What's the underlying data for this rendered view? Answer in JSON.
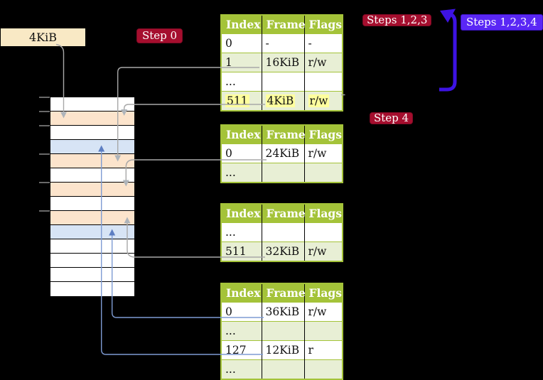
{
  "colors": {
    "header_green": "#a4c339",
    "row_green": "#e8efd5",
    "frame_orange": "#fce4cc",
    "frame_blue": "#d7e4f5",
    "label_wheat": "#f9e9c5",
    "badge_red": "#a50e2e",
    "badge_blue": "#5a27f5",
    "hl_yellow": "#ffff9e",
    "gray_line": "#a8a8a8",
    "blue_line": "#7e9bd3",
    "thick_blue": "#3d13e3"
  },
  "label_box": {
    "text": "4KiB"
  },
  "badges": {
    "step0": "Step 0",
    "steps123": "Steps 1,2,3",
    "steps1234": "Steps 1,2,3,4",
    "step4": "Step 4"
  },
  "memory_stack": {
    "row_colors": [
      "white",
      "orange",
      "white",
      "blue",
      "orange",
      "white",
      "orange",
      "white",
      "orange",
      "blue",
      "white",
      "white",
      "white",
      "white"
    ]
  },
  "page_tables": [
    {
      "name": "level-4-page-table",
      "headers": [
        "Index",
        "Frame",
        "Flags"
      ],
      "rows": [
        {
          "cells": [
            "0",
            "-",
            "-"
          ]
        },
        {
          "cells": [
            "1",
            "16KiB",
            "r/w"
          ]
        },
        {
          "cells": [
            "...",
            "",
            ""
          ]
        },
        {
          "cells": [
            "511",
            "4KiB",
            "r/w"
          ]
        }
      ]
    },
    {
      "name": "level-3-page-table",
      "headers": [
        "Index",
        "Frame",
        "Flags"
      ],
      "rows": [
        {
          "cells": [
            "0",
            "24KiB",
            "r/w"
          ]
        },
        {
          "cells": [
            "...",
            "",
            ""
          ]
        }
      ]
    },
    {
      "name": "level-2-page-table",
      "headers": [
        "Index",
        "Frame",
        "Flags"
      ],
      "rows": [
        {
          "cells": [
            "...",
            "",
            ""
          ]
        },
        {
          "cells": [
            "511",
            "32KiB",
            "r/w"
          ]
        }
      ]
    },
    {
      "name": "level-1-page-table",
      "headers": [
        "Index",
        "Frame",
        "Flags"
      ],
      "rows": [
        {
          "cells": [
            "0",
            "36KiB",
            "r/w"
          ]
        },
        {
          "cells": [
            "...",
            "",
            ""
          ]
        },
        {
          "cells": [
            "127",
            "12KiB",
            "r"
          ]
        },
        {
          "cells": [
            "...",
            "",
            ""
          ]
        }
      ]
    }
  ]
}
